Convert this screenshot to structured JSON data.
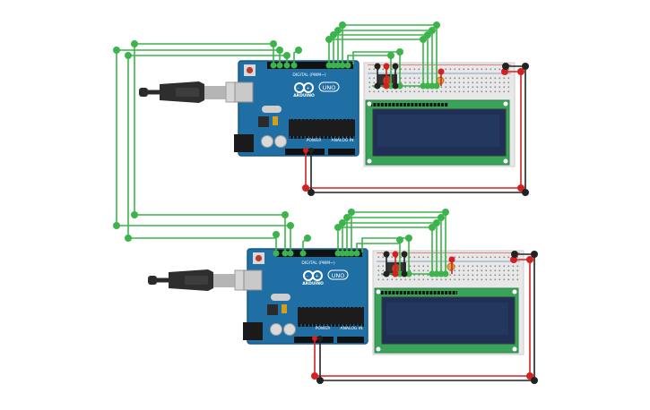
{
  "canvas": {
    "background": "#ffffff"
  },
  "colors": {
    "wire_green": "#3cb44b",
    "wire_red": "#d62020",
    "wire_black": "#222222",
    "board_blue": "#1f6fa5",
    "board_dark": "#175a88",
    "lcd_pcb": "#3aa35a",
    "lcd_screen": "#20365c",
    "breadboard": "#e8e8e8",
    "usb_cable": "#2b2b2b",
    "usb_plug": "#c7c7c7"
  },
  "circuits": [
    {
      "arduino": {
        "brand_label": "ARDUINO",
        "model_label": "UNO",
        "digital_label": "DIGITAL (PWM~)",
        "power_label": "POWER",
        "analog_label": "ANALOG IN"
      },
      "lcd": {
        "icon": "lcd-16x2-icon"
      },
      "breadboard": {
        "icon": "breadboard-mini-icon"
      },
      "usb": {
        "icon": "usb-b-plug-icon"
      }
    },
    {
      "arduino": {
        "brand_label": "ARDUINO",
        "model_label": "UNO",
        "digital_label": "DIGITAL (PWM~)",
        "power_label": "POWER",
        "analog_label": "ANALOG IN"
      },
      "lcd": {
        "icon": "lcd-16x2-icon"
      },
      "breadboard": {
        "icon": "breadboard-mini-icon"
      },
      "usb": {
        "icon": "usb-b-plug-icon"
      }
    }
  ]
}
